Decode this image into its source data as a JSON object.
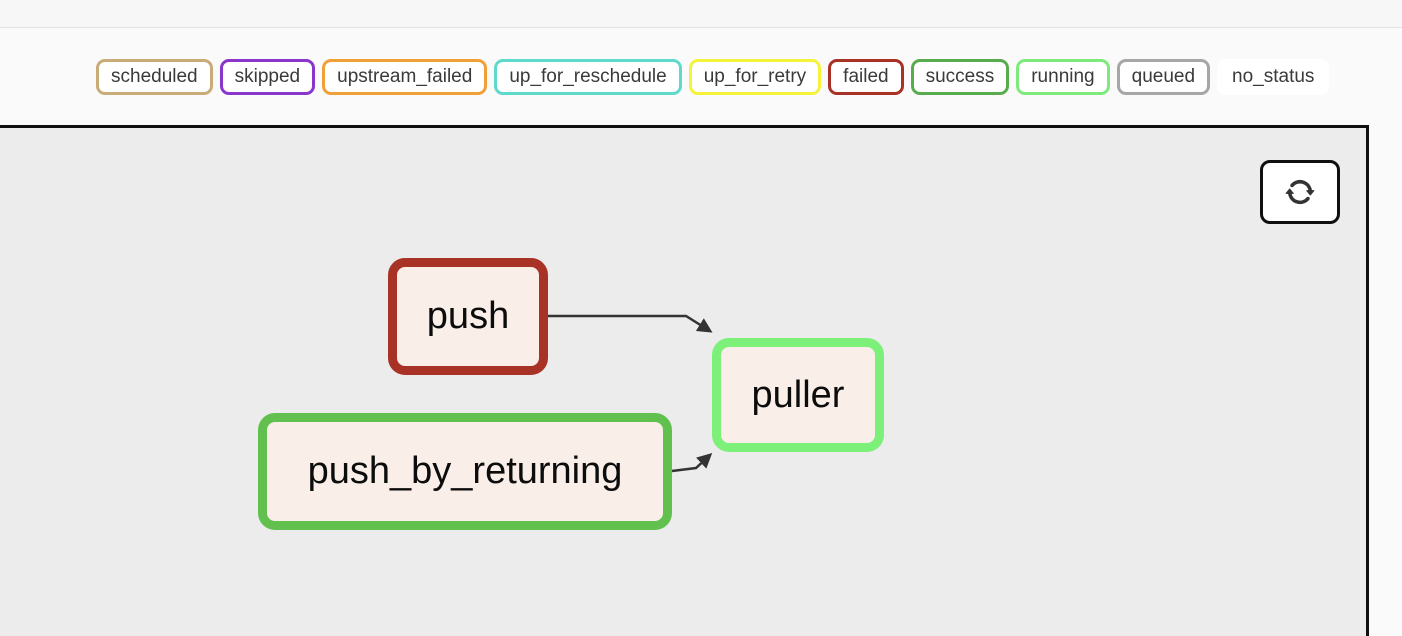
{
  "legend": {
    "items": [
      {
        "label": "scheduled",
        "color": "#c9ab78"
      },
      {
        "label": "skipped",
        "color": "#8a35cc"
      },
      {
        "label": "upstream_failed",
        "color": "#f0a036"
      },
      {
        "label": "up_for_reschedule",
        "color": "#5fd9cb"
      },
      {
        "label": "up_for_retry",
        "color": "#f5f23a"
      },
      {
        "label": "failed",
        "color": "#a93226"
      },
      {
        "label": "success",
        "color": "#57ad4e"
      },
      {
        "label": "running",
        "color": "#7eea7b"
      },
      {
        "label": "queued",
        "color": "#a6a6a6"
      },
      {
        "label": "no_status",
        "color": "#ffffff"
      }
    ]
  },
  "graph": {
    "background": "#ececec",
    "node_fill": "#f9eee8",
    "edge_color": "#333333",
    "nodes": [
      {
        "id": "push",
        "label": "push",
        "state": "failed",
        "border_color": "#a93226"
      },
      {
        "id": "puller",
        "label": "puller",
        "state": "running",
        "border_color": "#7df07a"
      },
      {
        "id": "push_by_returning",
        "label": "push_by_returning",
        "state": "success",
        "border_color": "#62c14e"
      }
    ],
    "edges": [
      {
        "from": "push",
        "to": "puller"
      },
      {
        "from": "push_by_returning",
        "to": "puller"
      }
    ]
  },
  "toolbar": {
    "refresh": {
      "icon": "arrows-rotate-icon"
    }
  }
}
